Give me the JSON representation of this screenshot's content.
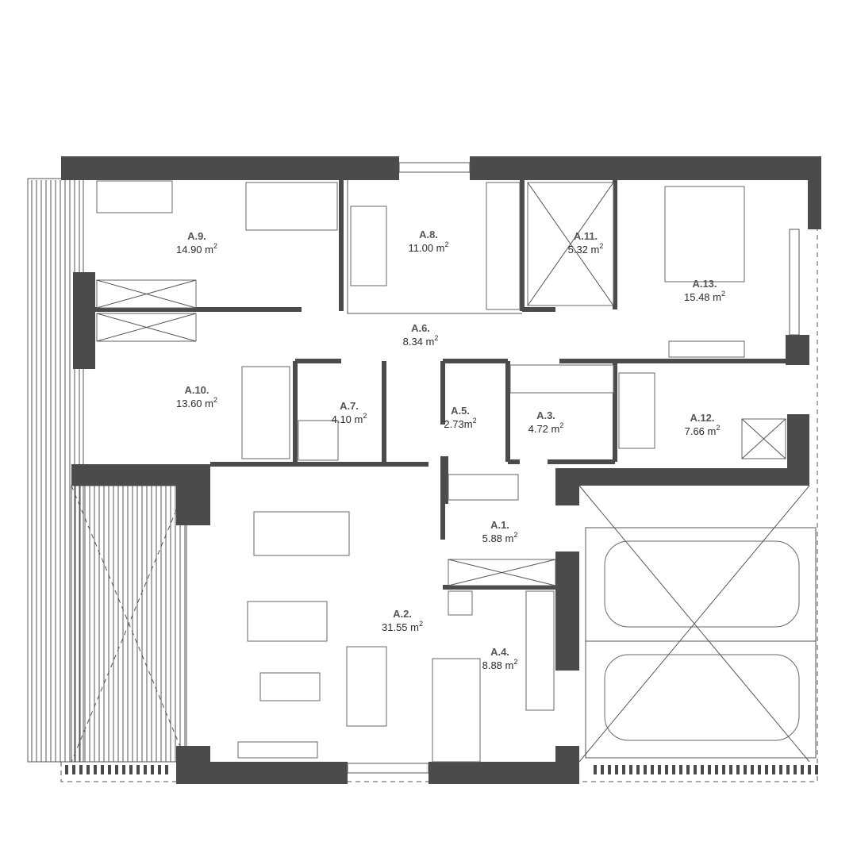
{
  "rooms": [
    {
      "code": "A.9.",
      "area": "14.90 m",
      "sup": "2"
    },
    {
      "code": "A.8.",
      "area": "11.00 m",
      "sup": "2"
    },
    {
      "code": "A.11.",
      "area": "5.32 m",
      "sup": "2"
    },
    {
      "code": "A.13.",
      "area": "15.48 m",
      "sup": "2"
    },
    {
      "code": "A.6.",
      "area": "8.34 m",
      "sup": "2"
    },
    {
      "code": "A.10.",
      "area": "13.60 m",
      "sup": "2"
    },
    {
      "code": "A.7.",
      "area": "4.10 m",
      "sup": "2"
    },
    {
      "code": "A.5.",
      "area": "2.73m",
      "sup": "2"
    },
    {
      "code": "A.3.",
      "area": "4.72 m",
      "sup": "2"
    },
    {
      "code": "A.12.",
      "area": "7.66 m",
      "sup": "2"
    },
    {
      "code": "A.1.",
      "area": "5.88 m",
      "sup": "2"
    },
    {
      "code": "A.2.",
      "area": "31.55 m",
      "sup": "2"
    },
    {
      "code": "A.4.",
      "area": "8.88 m",
      "sup": "2"
    }
  ],
  "colors": {
    "wall": "#4b4b4d",
    "line": "#555555"
  }
}
